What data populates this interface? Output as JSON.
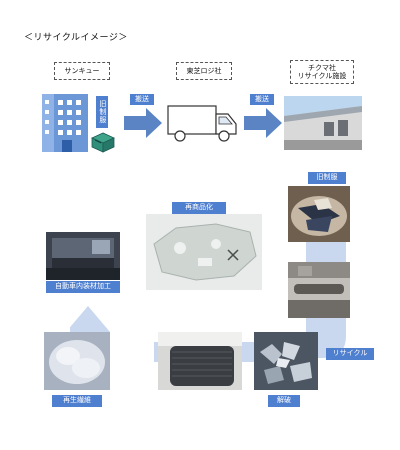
{
  "title": "＜リサイクルイメージ＞",
  "top_labels": {
    "sankyu": "サンキュー",
    "toshiba": "東芝ロジ社",
    "chikuma_line1": "チクマ社",
    "chikuma_line2": "リサイクル施設"
  },
  "tags": {
    "uniform_vertical": "旧制服",
    "transport_1": "搬送",
    "transport_2": "搬送",
    "old_uniform": "旧制服",
    "reproduction": "再商品化",
    "auto_interior": "自動車内装材加工",
    "recycle": "リサイクル",
    "regenerated_fiber": "再生繊維",
    "crushing": "解破"
  },
  "colors": {
    "tag_blue": "#4f7fcf",
    "arrow_blue": "#5b84c4",
    "cycle_light": "#c9d8ef"
  }
}
